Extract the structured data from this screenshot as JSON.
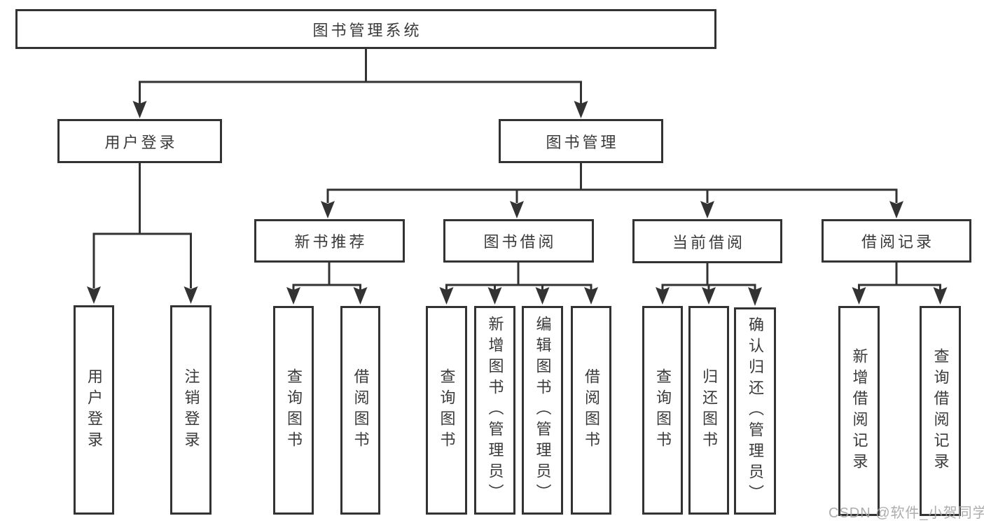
{
  "root": {
    "label": "图书管理系统"
  },
  "user_login": {
    "label": "用户登录",
    "children": [
      "用户登录",
      "注销登录"
    ]
  },
  "book_mgmt": {
    "label": "图书管理",
    "modules": {
      "new_book": {
        "label": "新书推荐",
        "children": [
          "查询图书",
          "借阅图书"
        ]
      },
      "borrow": {
        "label": "图书借阅",
        "children": [
          "查询图书",
          "新增图书（管理员）",
          "编辑图书（管理员）",
          "借阅图书"
        ]
      },
      "current": {
        "label": "当前借阅",
        "children": [
          "查询图书",
          "归还图书",
          "确认归还（管理员）"
        ]
      },
      "records": {
        "label": "借阅记录",
        "children": [
          "新增借阅记录",
          "查询借阅记录"
        ]
      }
    }
  },
  "watermark": {
    "text": "CSDN @软件_小贺同学"
  },
  "colors": {
    "line": "#333333",
    "text": "#3a3a3a",
    "watermark": "#a5a3a5"
  }
}
